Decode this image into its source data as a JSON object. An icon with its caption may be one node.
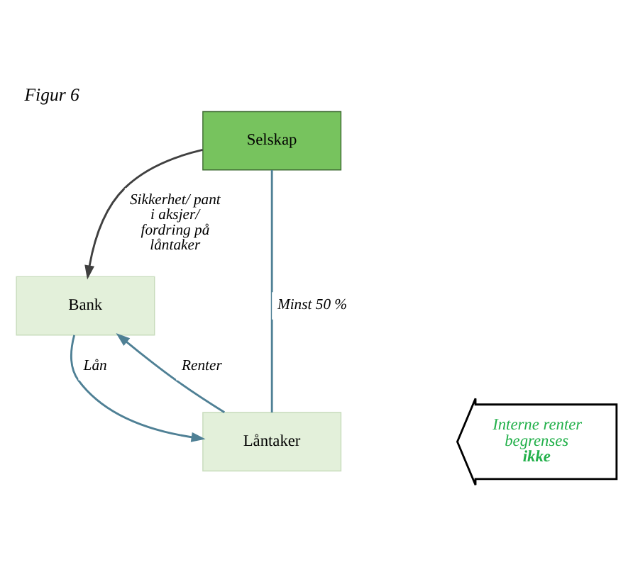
{
  "diagram": {
    "title": "Figur 6",
    "nodes": [
      {
        "text": [
          "Selskap"
        ]
      },
      {
        "text": [
          "Bank"
        ]
      },
      {
        "text": [
          "Låntaker"
        ]
      },
      {
        "text": [
          "Interne renter begrenses **ikke**"
        ]
      }
    ],
    "edges": [
      {
        "from": 0,
        "to": 2,
        "arrow": "none",
        "label": "Minst 50 %"
      },
      {
        "from": 0,
        "to": 1,
        "arrow": "to",
        "label": "Sikkerhet/ pant i aksjer/ fordring på låntaker",
        "color": "#404040"
      },
      {
        "from": 1,
        "to": 2,
        "arrow": "to",
        "label": "Lån"
      },
      {
        "from": 2,
        "to": 1,
        "arrow": "to",
        "label": "Renter"
      }
    ]
  }
}
